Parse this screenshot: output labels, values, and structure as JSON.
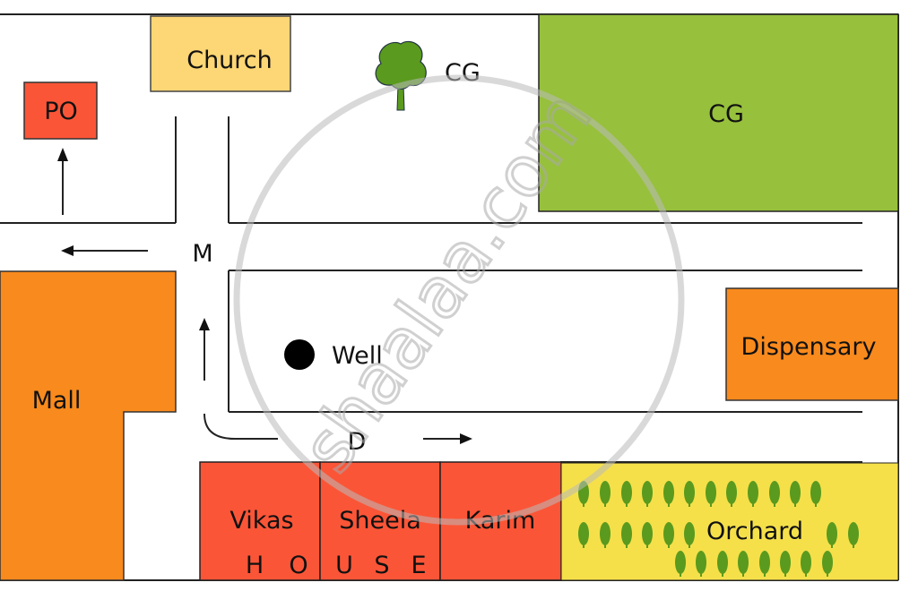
{
  "places": {
    "church": "Church",
    "post_office": "PO",
    "tree_label": "CG",
    "cg_field": "CG",
    "mall": "Mall",
    "well": "Well",
    "dispensary": "Dispensary",
    "vikas": "Vikas",
    "sheela": "Sheela",
    "karim": "Karim",
    "orchard": "Orchard"
  },
  "house_letters": [
    "H",
    "O",
    "U",
    "S",
    "E"
  ],
  "roads": {
    "m": "M",
    "d": "D"
  },
  "watermark": "shaalaa.com",
  "colors": {
    "house_red": "#fb5537",
    "church": "#fdd675",
    "cg_green": "#97c03d",
    "orange": "#f98a1d",
    "orchard_yellow": "#f5e04a",
    "tree_green": "#5a9a1e"
  }
}
